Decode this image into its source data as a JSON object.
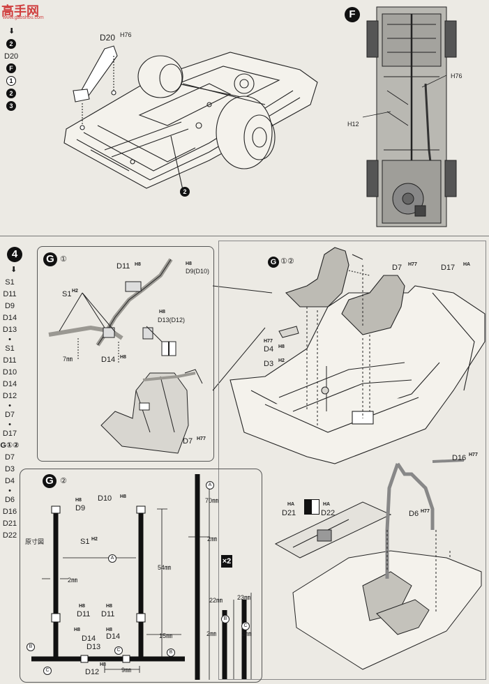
{
  "watermark": {
    "text": "高手网",
    "sub": "www.gaoshou.com"
  },
  "top_steps": [
    "2",
    "D20",
    "F",
    "1",
    "2",
    "3"
  ],
  "top_left": {
    "part": "D20",
    "color": "H76",
    "callout": "2"
  },
  "top_right": {
    "badge": "F",
    "color_a": "H76",
    "color_b": "H12"
  },
  "step4": {
    "number": "4",
    "items": [
      "S1",
      "D11",
      "D9",
      "D14",
      "D13",
      "•",
      "S1",
      "D11",
      "D10",
      "D14",
      "D12",
      "•",
      "D7",
      "•",
      "D17",
      "G①②",
      "D7",
      "D3",
      "D4",
      "•",
      "D6",
      "D16",
      "D21",
      "D22"
    ]
  },
  "panel_g1": {
    "badge": "G",
    "sub": "①",
    "labels": {
      "d11": "D11",
      "h8a": "H8",
      "d9": "D9(D10)",
      "h8b": "H8",
      "s1": "S1",
      "h2": "H2",
      "h8c": "H8",
      "d13": "D13(D12)",
      "d14": "D14",
      "h8d": "H8",
      "dim": "7㎜",
      "d7": "D7",
      "h77": "H77"
    }
  },
  "panel_right": {
    "g": "G",
    "g_sub": "①②",
    "d7": "D7",
    "h77a": "H77",
    "d17": "D17",
    "ha": "HA",
    "h77b": "H77",
    "d4": "D4",
    "h8": "H8",
    "d3": "D3",
    "h2": "H2",
    "d16": "D16",
    "h77c": "H77",
    "d6": "D6",
    "h77d": "H77",
    "ha1": "HA",
    "ha2": "HA",
    "d21": "D21",
    "d22": "D22"
  },
  "panel_g2": {
    "badge": "G",
    "sub": "②",
    "scale_title": "原寸図",
    "h8_1": "H8",
    "d9": "D9",
    "d10": "D10",
    "h8_2": "H8",
    "s1": "S1",
    "h2": "H2",
    "a": "A",
    "dim2": "2㎜",
    "dim54": "54㎜",
    "h8_3": "H8",
    "d11a": "D11",
    "h8_4": "H8",
    "d11b": "D11",
    "h8_5": "H8",
    "d14a": "D14",
    "h8_6": "H8",
    "d14b": "D14",
    "d13": "D13",
    "dim15": "15㎜",
    "b": "B",
    "c": "C",
    "h8_7": "H8",
    "d12": "D12",
    "dim9": "9㎜"
  },
  "strips": {
    "a": "A",
    "dim70": "70㎜",
    "dim2a": "2㎜",
    "x2": "×2",
    "dim22": "22㎜",
    "dim23": "23㎜",
    "b": "B",
    "c": "C",
    "dim2b": "2㎜",
    "dim2c": "2㎜"
  }
}
